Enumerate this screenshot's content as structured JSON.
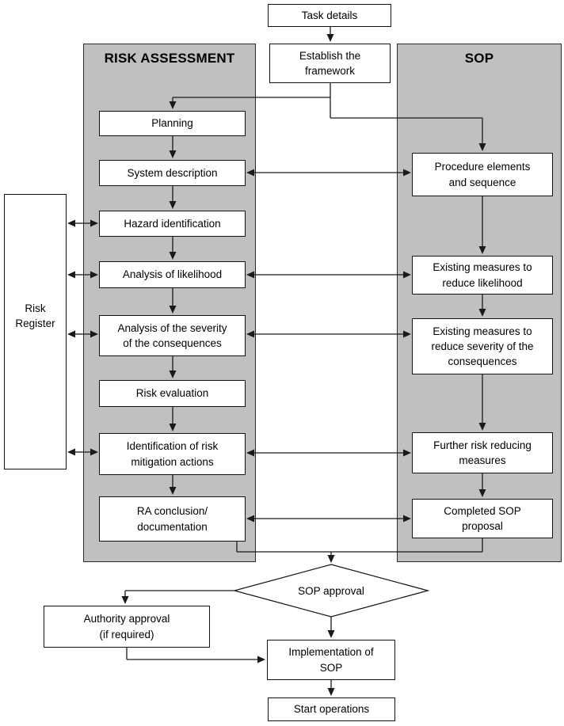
{
  "titles": {
    "risk_assessment": "RISK ASSESSMENT",
    "sop": "SOP"
  },
  "nodes": {
    "task_details": "Task details",
    "establish_framework": "Establish the\nframework",
    "planning": "Planning",
    "system_description": "System description",
    "hazard_identification": "Hazard identification",
    "analysis_likelihood": "Analysis of likelihood",
    "analysis_severity": "Analysis of the severity\nof the consequences",
    "risk_evaluation": "Risk evaluation",
    "identification_mitigation": "Identification of risk\nmitigation actions",
    "ra_conclusion": "RA conclusion/\ndocumentation",
    "procedure_elements": "Procedure elements\nand sequence",
    "existing_likelihood": "Existing measures to\nreduce likelihood",
    "existing_severity": "Existing measures to\nreduce severity of the\nconsequences",
    "further_measures": "Further risk reducing\nmeasures",
    "completed_sop": "Completed SOP\nproposal",
    "risk_register": "Risk\nRegister",
    "sop_approval": "SOP approval",
    "authority_approval": "Authority approval\n(if required)",
    "implementation": "Implementation of\nSOP",
    "start_operations": "Start operations"
  },
  "colors": {
    "panel_gray": "#c0c0c0",
    "box_fill": "#ffffff",
    "box_border": "#111111",
    "line": "#1a1a1a"
  }
}
